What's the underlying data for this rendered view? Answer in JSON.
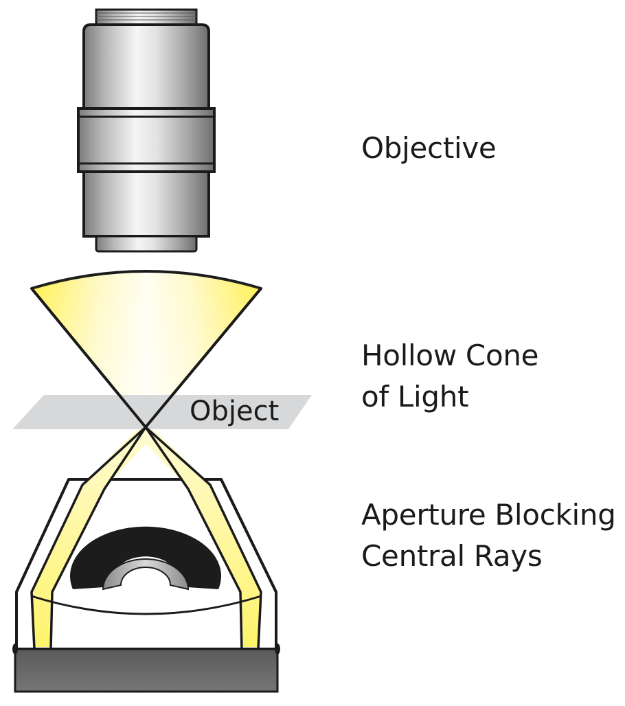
{
  "labels": {
    "objective": "Objective",
    "cone_line1": "Hollow Cone",
    "cone_line2": "of Light",
    "aperture_line1": "Aperture Blocking",
    "aperture_line2": "Central Rays",
    "object": "Object"
  },
  "colors": {
    "light_yellow": "#fff36a",
    "light_pale": "#fffde8",
    "outline": "#1a1a1a",
    "object_plane": "#d6d8da",
    "base": "#666666",
    "metal_dark": "#7a7a7a",
    "metal_light": "#f2f2f2"
  }
}
